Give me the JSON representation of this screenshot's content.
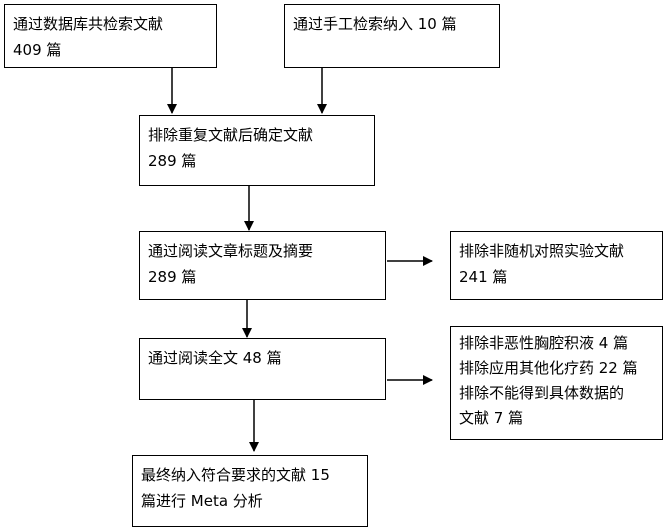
{
  "flowchart": {
    "boxes": {
      "db_search": [
        "通过数据库共检索文献",
        "409 篇"
      ],
      "manual_search": [
        "通过手工检索纳入 10 篇"
      ],
      "dedupe": [
        "排除重复文献后确定文献",
        "289 篇"
      ],
      "title_abstract": [
        "通过阅读文章标题及摘要",
        "289 篇"
      ],
      "exclude_nonrandom": [
        "排除非随机对照实验文献",
        "241 篇"
      ],
      "fulltext": [
        "通过阅读全文 48 篇"
      ],
      "exclude_reasons": [
        "排除非恶性胸腔积液 4 篇",
        "排除应用其他化疗药 22 篇",
        "排除不能得到具体数据的",
        "文献 7 篇"
      ],
      "final": [
        "最终纳入符合要求的文献 15",
        "篇进行 Meta 分析"
      ]
    }
  }
}
